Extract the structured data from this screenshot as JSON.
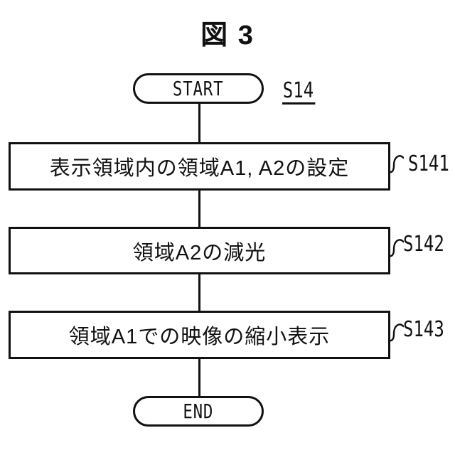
{
  "figure": {
    "title": "図 3",
    "procedure_ref": "S14",
    "start_label": "START",
    "end_label": "END",
    "steps": [
      {
        "text": "表示領域内の領域A1, A2の設定",
        "ref": "S141"
      },
      {
        "text": "領域A2の減光",
        "ref": "S142"
      },
      {
        "text": "領域A1での映像の縮小表示",
        "ref": "S143"
      }
    ],
    "colors": {
      "line": "#111111",
      "background": "#ffffff"
    }
  }
}
